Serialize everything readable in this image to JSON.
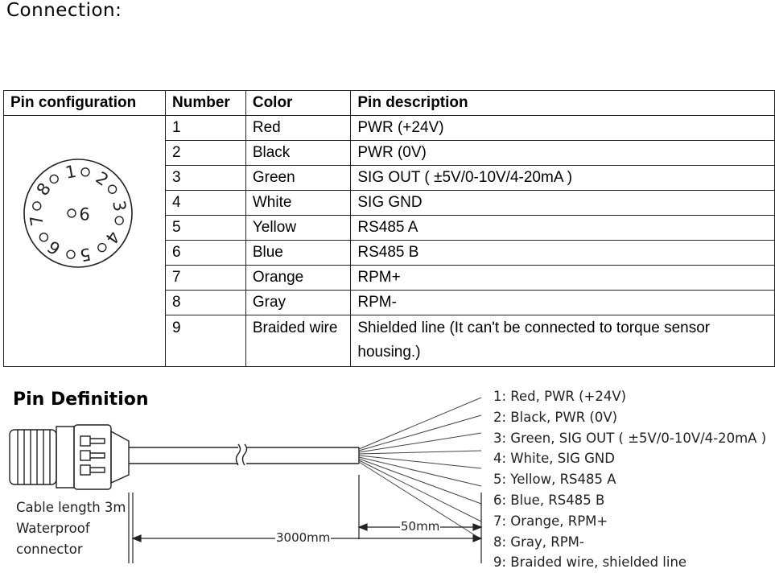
{
  "title": "Connection:",
  "table": {
    "headers": [
      "Pin configuration",
      "Number",
      "Color",
      "Pin description"
    ],
    "rows": [
      {
        "number": "1",
        "color": "Red",
        "description": "PWR (+24V)"
      },
      {
        "number": "2",
        "color": "Black",
        "description": "PWR (0V)"
      },
      {
        "number": "3",
        "color": "Green",
        "description": "SIG OUT ( ±5V/0-10V/4-20mA )"
      },
      {
        "number": "4",
        "color": "White",
        "description": "SIG GND"
      },
      {
        "number": "5",
        "color": "Yellow",
        "description": "RS485 A"
      },
      {
        "number": "6",
        "color": "Blue",
        "description": "RS485 B"
      },
      {
        "number": "7",
        "color": "Orange",
        "description": "RPM+"
      },
      {
        "number": "8",
        "color": "Gray",
        "description": "RPM-"
      },
      {
        "number": "9",
        "color": "Braided wire",
        "description": "Shielded line (It can't be connected to torque sensor housing.)"
      }
    ],
    "pin_numbers": [
      "1",
      "2",
      "3",
      "4",
      "5",
      "6",
      "7",
      "8",
      "9"
    ]
  },
  "pin_definition": {
    "title": "Pin Definition",
    "note": [
      "Cable length 3m",
      "Waterproof",
      "connector"
    ],
    "dim_total": "3000mm",
    "dim_end": "50mm",
    "wires": [
      "1: Red, PWR (+24V)",
      "2: Black, PWR (0V)",
      "3: Green, SIG OUT ( ±5V/0-10V/4-20mA )",
      "4: White, SIG GND",
      "5: Yellow, RS485 A",
      "6: Blue, RS485 B",
      "7: Orange, RPM+",
      "8: Gray, RPM-",
      "9: Braided wire, shielded line"
    ]
  }
}
